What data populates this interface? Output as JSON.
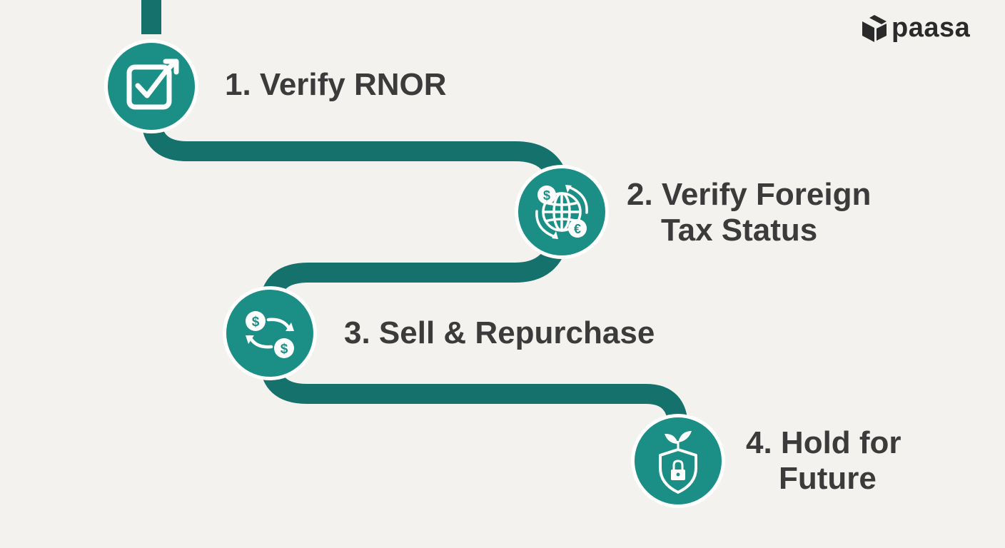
{
  "brand": {
    "name": "paasa",
    "logo_icon": "cube-logo-icon"
  },
  "colors": {
    "background": "#f3f2ef",
    "path": "#14716c",
    "circle": "#1b8f86",
    "ring": "#ffffff",
    "text": "#3b3b3b"
  },
  "steps": [
    {
      "line1": "1. Verify RNOR",
      "line2": "",
      "icon": "checkbox-arrow-icon"
    },
    {
      "line1": "2. Verify Foreign",
      "line2": "Tax Status",
      "icon": "globe-currency-exchange-icon"
    },
    {
      "line1": "3. Sell & Repurchase",
      "line2": "",
      "icon": "currency-cycle-icon"
    },
    {
      "line1": "4. Hold for",
      "line2": "Future",
      "icon": "shield-lock-sprout-icon"
    }
  ]
}
